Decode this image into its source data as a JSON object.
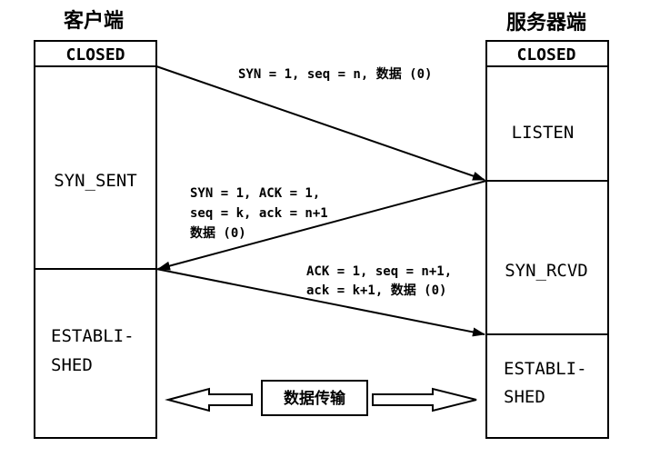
{
  "client": {
    "title": "客户端",
    "states": {
      "closed": "CLOSED",
      "syn_sent": "SYN_SENT",
      "established_line1": "ESTABLI-",
      "established_line2": "SHED"
    }
  },
  "server": {
    "title": "服务器端",
    "states": {
      "closed": "CLOSED",
      "listen": "LISTEN",
      "syn_rcvd": "SYN_RCVD",
      "established_line1": "ESTABLI-",
      "established_line2": "SHED"
    }
  },
  "messages": {
    "syn": "SYN = 1, seq = n, 数据 (0)",
    "synack_line1": "SYN = 1, ACK = 1,",
    "synack_line2": "seq = k, ack = n+1",
    "synack_line3": "数据 (0)",
    "ack_line1": "ACK = 1, seq = n+1,",
    "ack_line2": "ack = k+1, 数据 (0)"
  },
  "transfer": {
    "label": "数据传输"
  }
}
